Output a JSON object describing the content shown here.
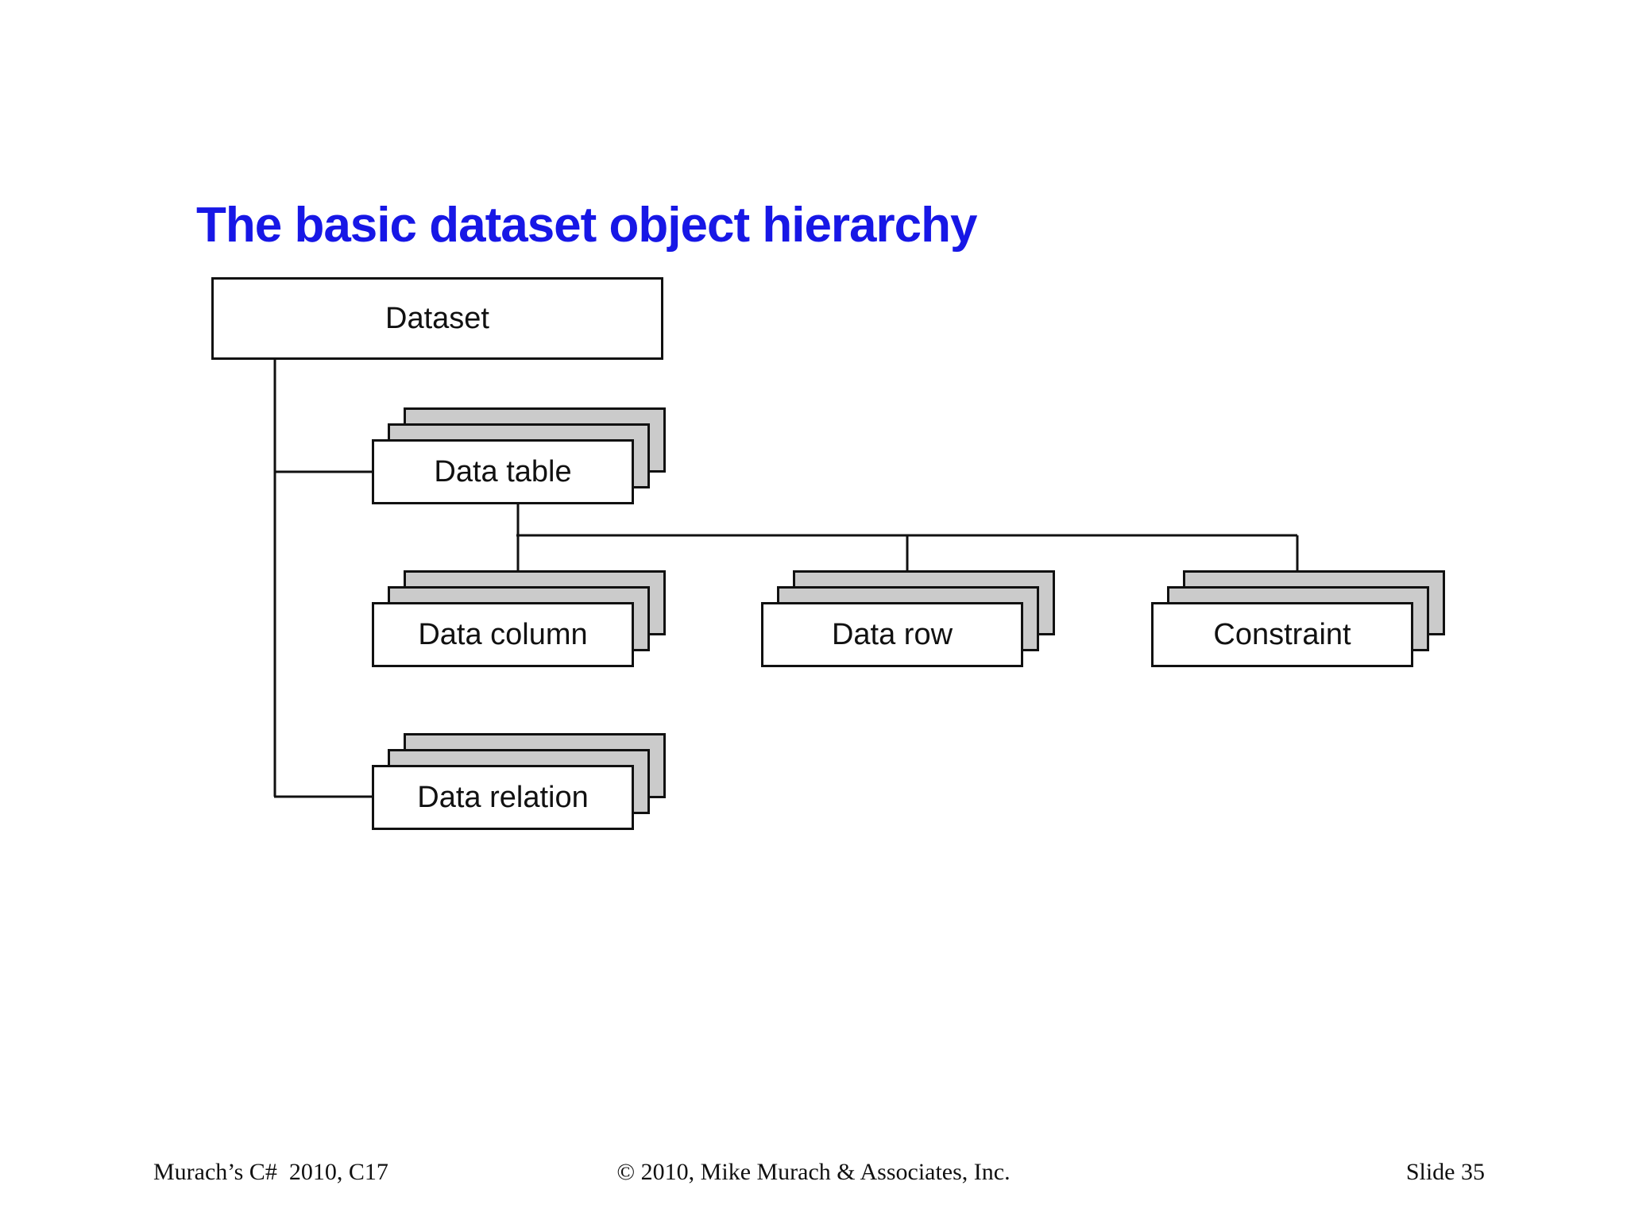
{
  "slide": {
    "title": "The basic dataset object hierarchy",
    "theme": {
      "title_color": "#1717e6",
      "line_color": "#111111",
      "stack_fill": "#cbcbcb",
      "front_fill": "#ffffff",
      "text_color": "#111111",
      "background": "#ffffff"
    },
    "diagram": {
      "nodes": [
        {
          "id": "dataset",
          "label": "Dataset",
          "stacked": false
        },
        {
          "id": "data-table",
          "label": "Data table",
          "stacked": true
        },
        {
          "id": "data-column",
          "label": "Data column",
          "stacked": true
        },
        {
          "id": "data-row",
          "label": "Data row",
          "stacked": true
        },
        {
          "id": "constraint",
          "label": "Constraint",
          "stacked": true
        },
        {
          "id": "data-relation",
          "label": "Data relation",
          "stacked": true
        }
      ],
      "edges": [
        {
          "from": "dataset",
          "to": "data-table"
        },
        {
          "from": "dataset",
          "to": "data-relation"
        },
        {
          "from": "data-table",
          "to": "data-column"
        },
        {
          "from": "data-table",
          "to": "data-row"
        },
        {
          "from": "data-table",
          "to": "constraint"
        }
      ]
    },
    "footer": {
      "left": "Murach’s C#  2010, C17",
      "center": "© 2010, Mike Murach & Associates, Inc.",
      "right": "Slide 35"
    }
  }
}
